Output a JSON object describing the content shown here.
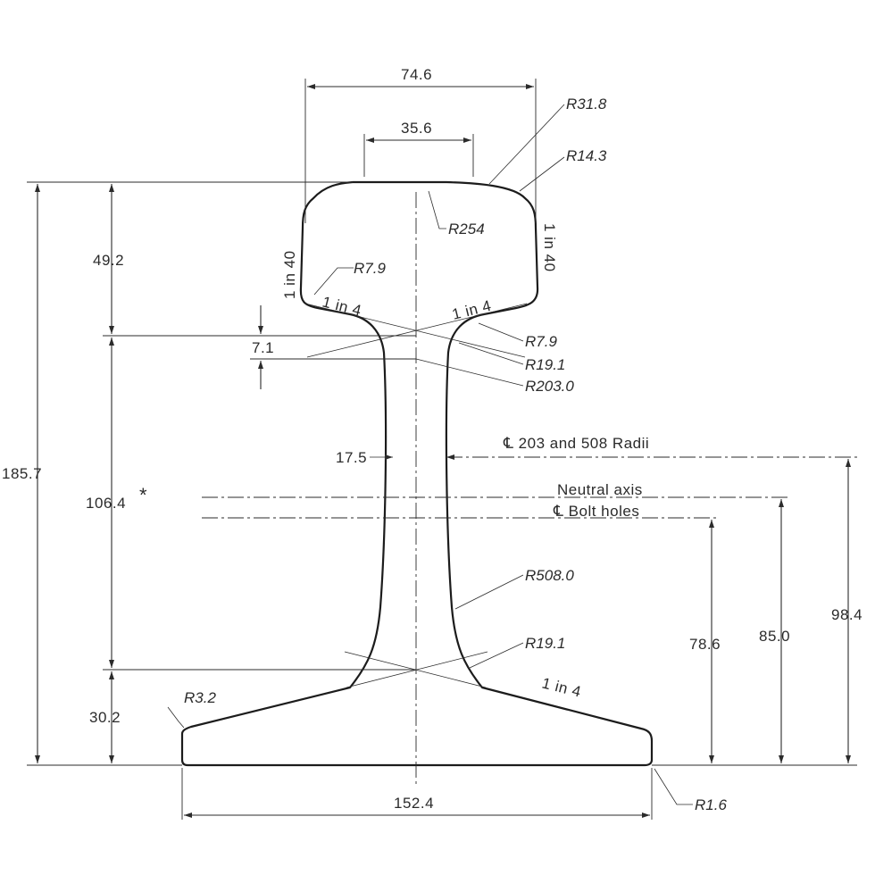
{
  "dimensions": {
    "head_width": "74.6",
    "head_top_width": "35.6",
    "total_height": "185.7",
    "head_depth": "49.2",
    "fishing_offset": "7.1",
    "web_height": "106.4",
    "web_height_mark": "*",
    "foot_depth": "30.2",
    "web_thickness": "17.5",
    "bolt_holes_height": "78.6",
    "neutral_axis_height": "85.0",
    "radii_center_height": "98.4",
    "base_width": "152.4"
  },
  "radii": {
    "r31_8": "31.8",
    "r14_3": "14.3",
    "r254": "254",
    "r7_9_left": "7.9",
    "r7_9_right": "7.9",
    "r19_1_upper": "19.1",
    "r203": "203.0",
    "r508": "508.0",
    "r19_1_lower": "19.1",
    "r3_2": "3.2",
    "r1_6": "1.6",
    "r_prefix": "R"
  },
  "slopes": {
    "head_left": "1 in 40",
    "head_right": "1 in 40",
    "underhead_left": "1 in 4",
    "underhead_right": "1 in 4",
    "foot_right": "1 in 4"
  },
  "annotations": {
    "radii_centre": "203 and 508 Radii",
    "neutral_axis": "Neutral axis",
    "bolt_holes": "Bolt holes",
    "centerline_symbol": "℄"
  }
}
